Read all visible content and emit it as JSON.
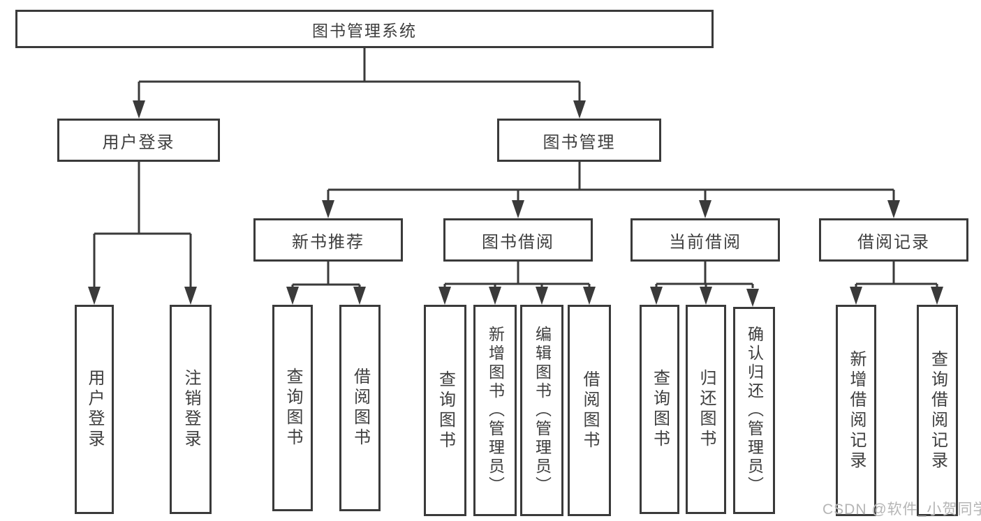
{
  "diagram": {
    "type": "hierarchy-tree",
    "tree": {
      "root": {
        "label": "图书管理系统"
      },
      "branches": [
        {
          "label": "用户登录",
          "children": [
            {
              "label": "用户登录"
            },
            {
              "label": "注销登录"
            }
          ]
        },
        {
          "label": "图书管理",
          "children": [
            {
              "label": "新书推荐",
              "children": [
                {
                  "label": "查询图书"
                },
                {
                  "label": "借阅图书"
                }
              ]
            },
            {
              "label": "图书借阅",
              "children": [
                {
                  "label": "查询图书"
                },
                {
                  "label": "新增图书（管理员）"
                },
                {
                  "label": "编辑图书（管理员）"
                },
                {
                  "label": "借阅图书"
                }
              ]
            },
            {
              "label": "当前借阅",
              "children": [
                {
                  "label": "查询图书"
                },
                {
                  "label": "归还图书"
                },
                {
                  "label": "确认归还（管理员）"
                }
              ]
            },
            {
              "label": "借阅记录",
              "children": [
                {
                  "label": "新增借阅记录"
                },
                {
                  "label": "查询借阅记录"
                }
              ]
            }
          ]
        }
      ]
    },
    "watermark": {
      "text": "CSDN @软件_小贺同学"
    },
    "colors": {
      "background": "#ffffff",
      "line": "#3a3a3a",
      "box_border": "#3a3a3a",
      "text": "#3e3e3e",
      "watermark": "#b5b5b5"
    }
  }
}
